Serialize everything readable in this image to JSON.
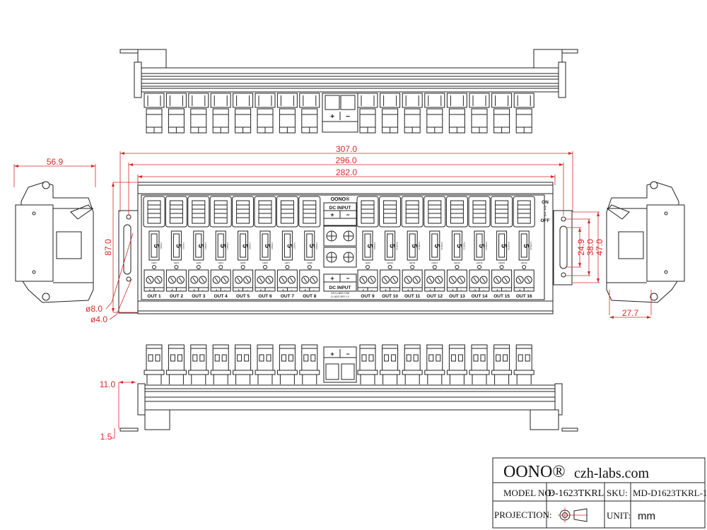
{
  "brand": "OONO",
  "brand_mark": "®",
  "title_block": {
    "brand": "OONO®",
    "website": "czh-labs.com",
    "model_label": "MODEL NO:",
    "model_value": "D-1623TKRL",
    "sku_label": "SKU:",
    "sku_value": "MD-D1623TKRL-1",
    "projection_label": "PROJECTION:",
    "unit_label": "UNIT:",
    "unit_value": "mm"
  },
  "dimensions": {
    "overall_width": "307.0",
    "mount_pitch": "296.0",
    "rail_length": "282.0",
    "depth": "56.9",
    "height": "87.0",
    "slot_dia": "ø8.0",
    "hole_dia": "ø4.0",
    "slot_len": "24.9",
    "hole_pitch": "38.0",
    "bracket_height": "47.0",
    "side_depth": "27.7",
    "bracket_offset": "11.0",
    "bracket_thickness": "1.5"
  },
  "dc_input": {
    "label": "DC INPUT",
    "plus": "+",
    "minus": "−",
    "website_small": "CZH-LABS.COM",
    "version_small": "D-1623 VER 1.0"
  },
  "switch_legend": {
    "on": "ON",
    "off": "OFF",
    "up_arrow": "⇧",
    "down_arrow": "⇩"
  },
  "outputs": [
    {
      "label": "OUT 1",
      "fuse": "5",
      "fuse_label": "FUSE1",
      "led": "LED1"
    },
    {
      "label": "OUT 2",
      "fuse": "5",
      "fuse_label": "FUSE2",
      "led": "LED2"
    },
    {
      "label": "OUT 3",
      "fuse": "5",
      "fuse_label": "FUSE3",
      "led": "LED3"
    },
    {
      "label": "OUT 4",
      "fuse": "5",
      "fuse_label": "FUSE4",
      "led": "LED4"
    },
    {
      "label": "OUT 5",
      "fuse": "5",
      "fuse_label": "FUSE5",
      "led": "LED5"
    },
    {
      "label": "OUT 6",
      "fuse": "5",
      "fuse_label": "FUSE6",
      "led": "LED6"
    },
    {
      "label": "OUT 7",
      "fuse": "5",
      "fuse_label": "FUSE7",
      "led": "LED7"
    },
    {
      "label": "OUT 8",
      "fuse": "5",
      "fuse_label": "FUSE8",
      "led": "LED8"
    },
    {
      "label": "OUT 9",
      "fuse": "5",
      "fuse_label": "FUSE9",
      "led": "LED9"
    },
    {
      "label": "OUT 10",
      "fuse": "5",
      "fuse_label": "FUSE10",
      "led": "LED10"
    },
    {
      "label": "OUT 11",
      "fuse": "5",
      "fuse_label": "FUSE11",
      "led": "LED11"
    },
    {
      "label": "OUT 12",
      "fuse": "5",
      "fuse_label": "FUSE12",
      "led": "LED12"
    },
    {
      "label": "OUT 13",
      "fuse": "5",
      "fuse_label": "FUSE13",
      "led": "LED13"
    },
    {
      "label": "OUT 14",
      "fuse": "5",
      "fuse_label": "FUSE14",
      "led": "LED14"
    },
    {
      "label": "OUT 15",
      "fuse": "5",
      "fuse_label": "FUSE15",
      "led": "LED15"
    },
    {
      "label": "OUT 16",
      "fuse": "5",
      "fuse_label": "FUSE16",
      "led": "LED16"
    }
  ],
  "colors": {
    "drawing": "#222222",
    "dimension": "#d42a2a"
  }
}
